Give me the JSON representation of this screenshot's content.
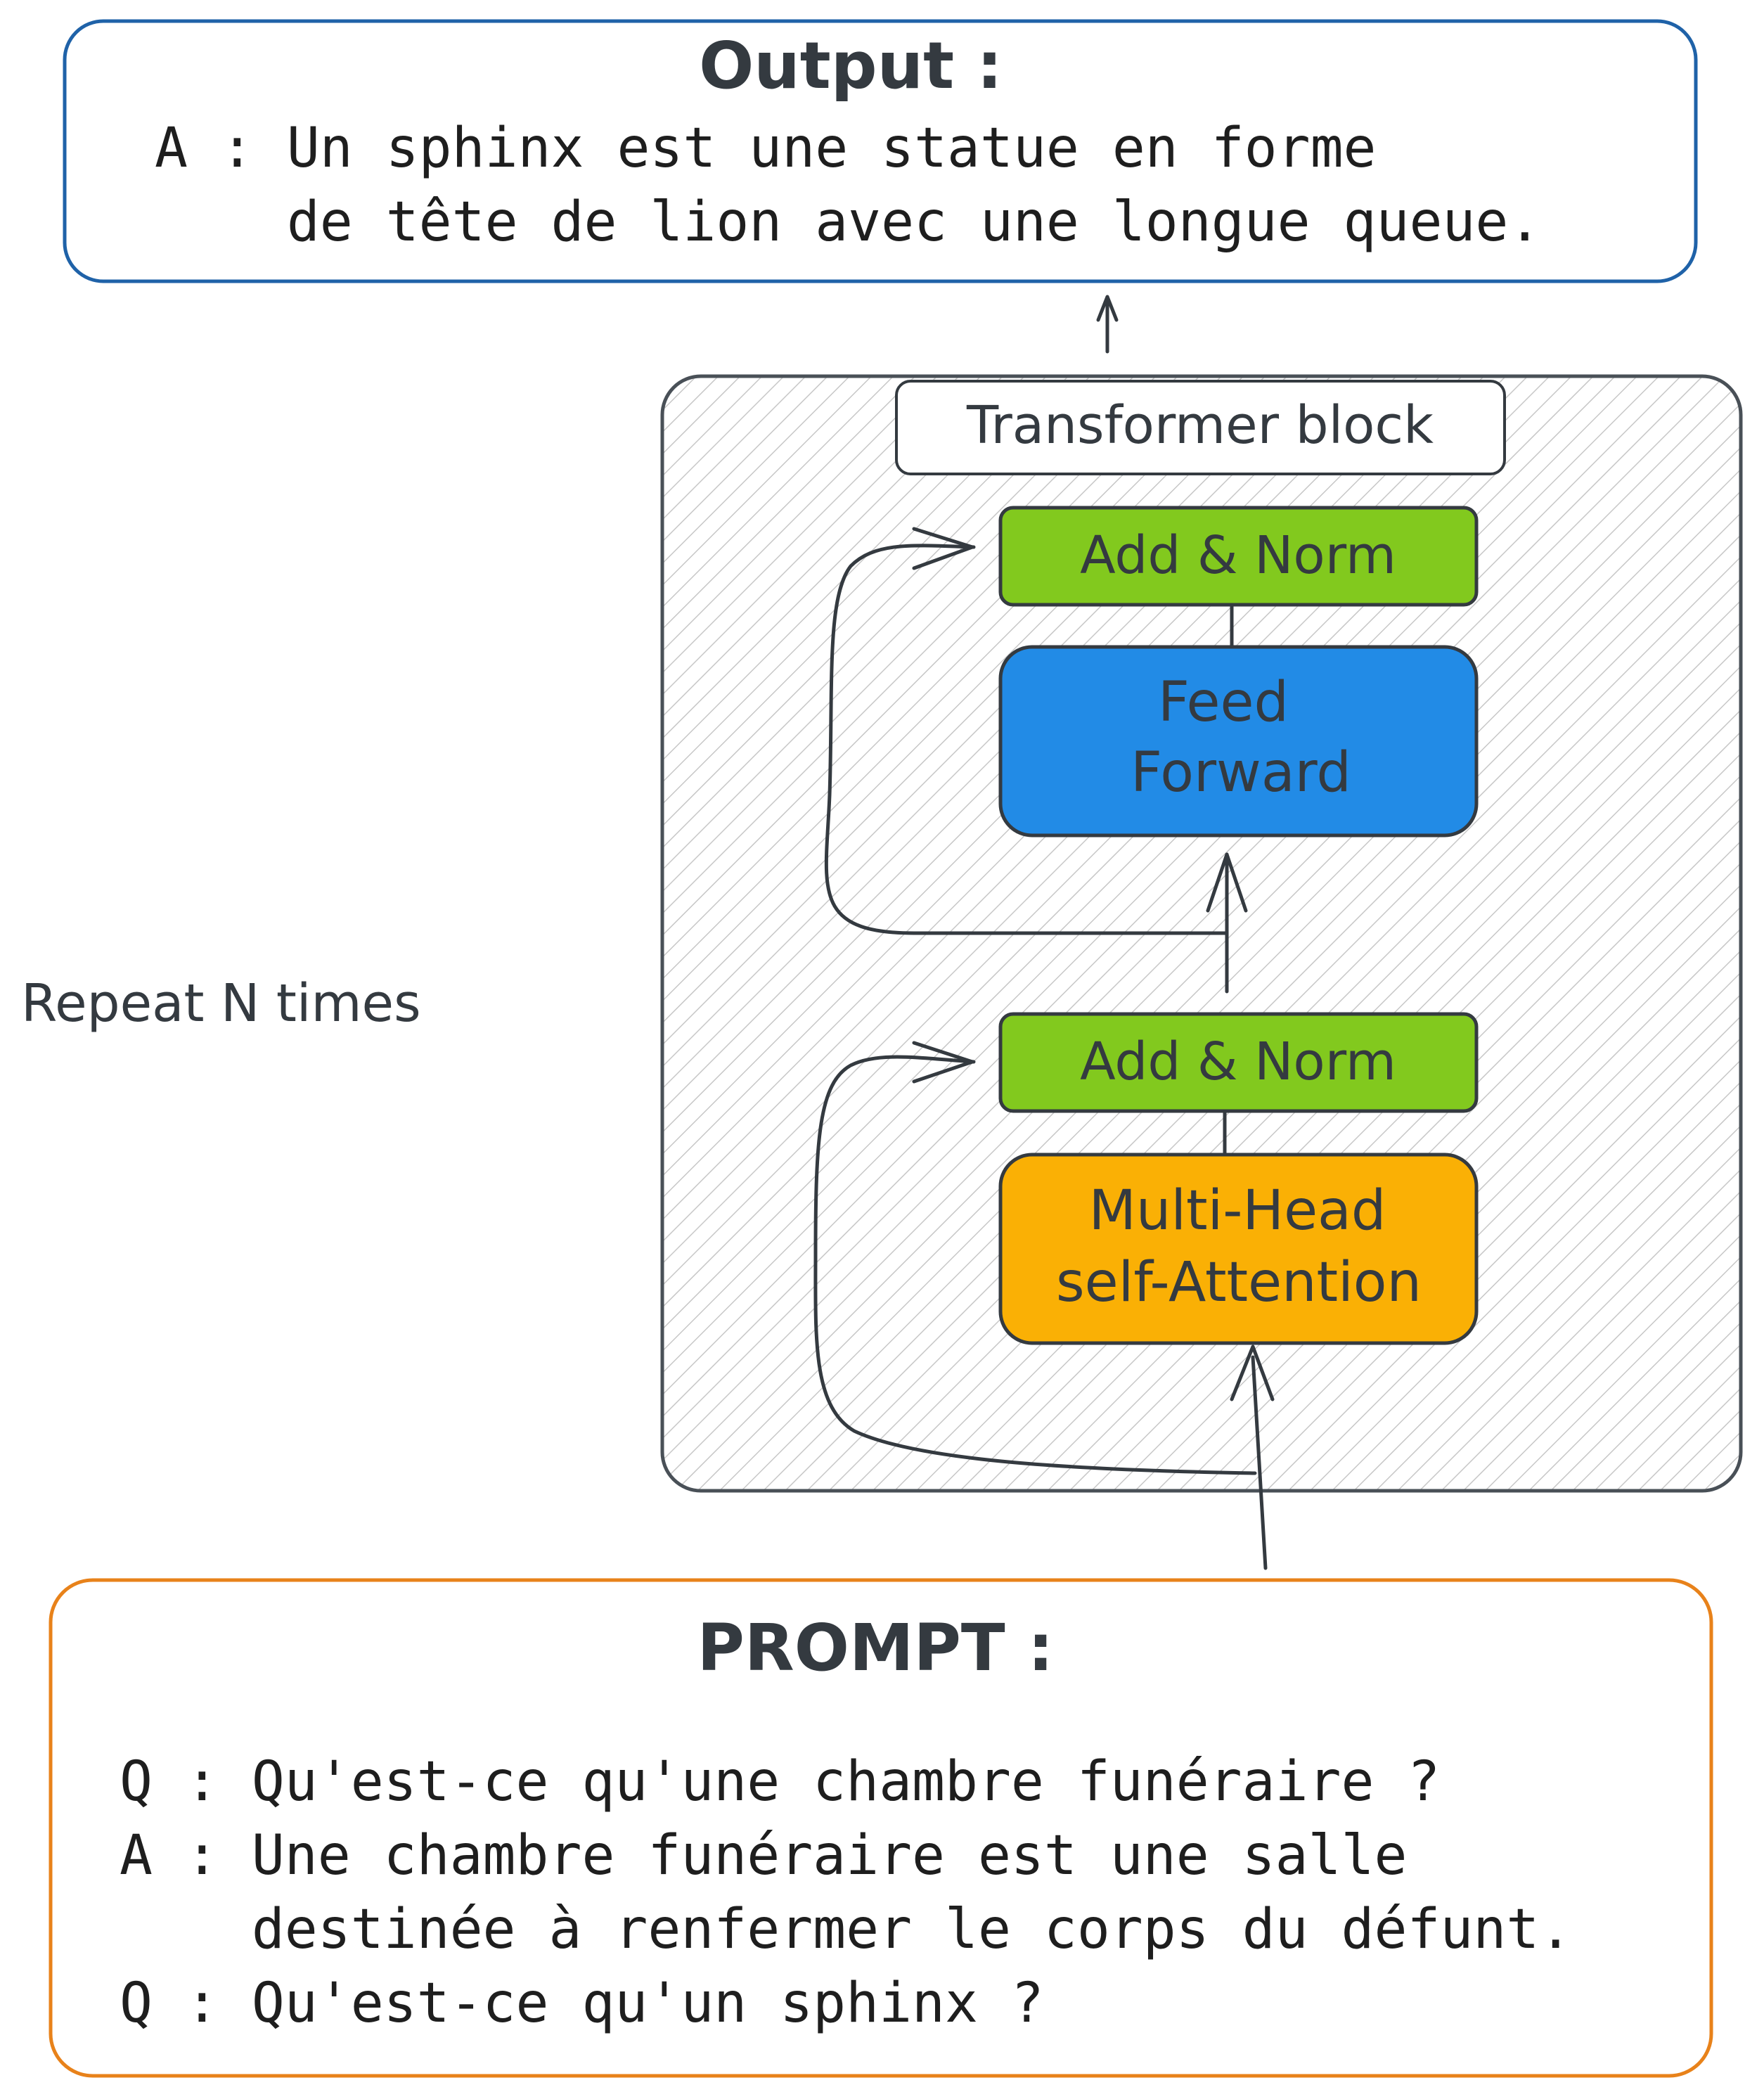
{
  "colors": {
    "output_border": "#1f62a8",
    "prompt_border": "#e8821a",
    "add_norm_fill": "#82c91e",
    "feed_forward_fill": "#228be6",
    "attention_fill": "#fab005",
    "stroke": "#343a40"
  },
  "output": {
    "title": "Output :",
    "lines": [
      "A : Un sphinx est une statue en forme",
      "    de tête de lion avec une longue queue."
    ]
  },
  "transformer": {
    "label": "Transformer block",
    "add_norm_top": "Add & Norm",
    "feed_forward": [
      "Feed",
      "Forward"
    ],
    "add_norm_bottom": "Add & Norm",
    "attention": [
      "Multi-Head",
      "self-Attention"
    ]
  },
  "repeat_label": "Repeat N times",
  "prompt": {
    "title": "PROMPT :",
    "lines": [
      "Q : Qu'est-ce qu'une chambre funéraire ?",
      "A : Une chambre funéraire est une salle",
      "    destinée à renfermer le corps du défunt.",
      "Q : Qu'est-ce qu'un sphinx ?"
    ]
  }
}
